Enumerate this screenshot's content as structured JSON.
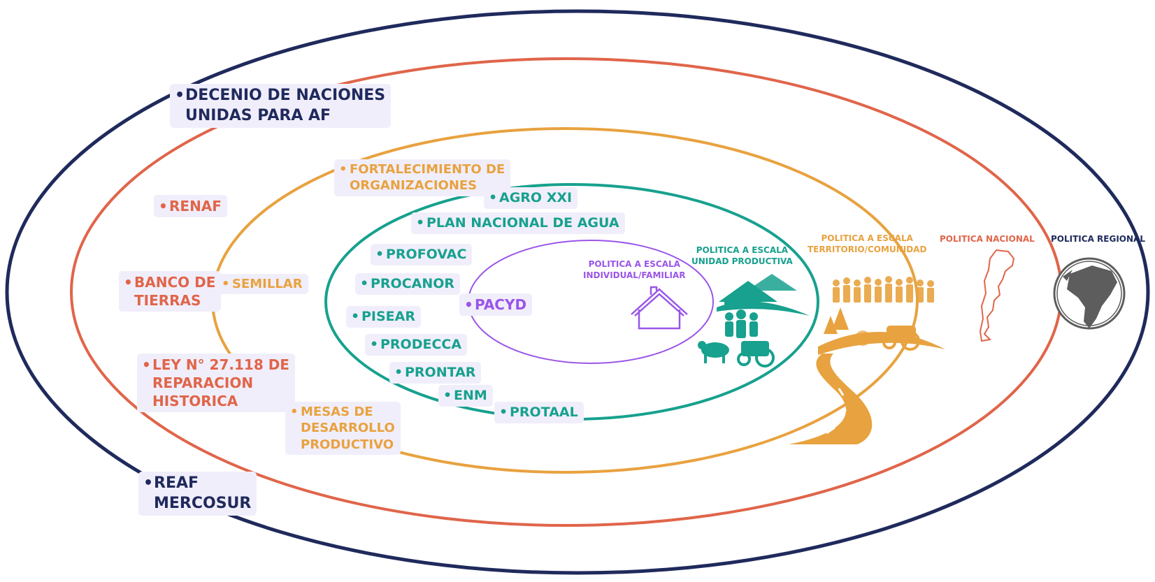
{
  "colors": {
    "regional": "#1f2a5c",
    "nacional": "#e0654a",
    "territorio": "#e8a23f",
    "unidad": "#17a18e",
    "individual": "#9a55e8",
    "label_bg": "#f1eefb",
    "globe": "#5d5d5d"
  },
  "levels": {
    "regional": {
      "heading": "POLITICA REGIONAL",
      "items": [
        [
          "DECENIO DE NACIONES",
          "UNIDAS PARA AF"
        ],
        [
          "REAF",
          "MERCOSUR"
        ]
      ]
    },
    "nacional": {
      "heading": "POLITICA NACIONAL",
      "items": [
        [
          "RENAF"
        ],
        [
          "BANCO DE",
          "TIERRAS"
        ],
        [
          "LEY N° 27.118 DE",
          "REPARACION",
          "HISTORICA"
        ]
      ]
    },
    "territorio": {
      "heading_lines": [
        "POLITICA A ESCALA",
        "TERRITORIO/COMUNIDAD"
      ],
      "items": [
        [
          "FORTALECIMIENTO DE",
          "ORGANIZACIONES"
        ],
        [
          "SEMILLAR"
        ],
        [
          "MESAS DE",
          "DESARROLLO",
          "PRODUCTIVO"
        ]
      ]
    },
    "unidad": {
      "heading_lines": [
        "POLITICA A ESCALA",
        "UNIDAD PRODUCTIVA"
      ],
      "items": [
        "AGRO XXI",
        "PLAN NACIONAL DE AGUA",
        "PROFOVAC",
        "PROCANOR",
        "PISEAR",
        "PRODECCA",
        "PRONTAR",
        "ENM",
        "PROTAAL"
      ]
    },
    "individual": {
      "heading_lines": [
        "POLITICA A ESCALA",
        "INDIVIDUAL/FAMILIAR"
      ],
      "items": [
        "PACYD"
      ]
    }
  },
  "icons": {
    "regional": "globe-americas-icon",
    "nacional": "argentina-map-icon",
    "territorio": "community-road-icon",
    "unidad": "farm-family-icon",
    "individual": "house-icon"
  }
}
